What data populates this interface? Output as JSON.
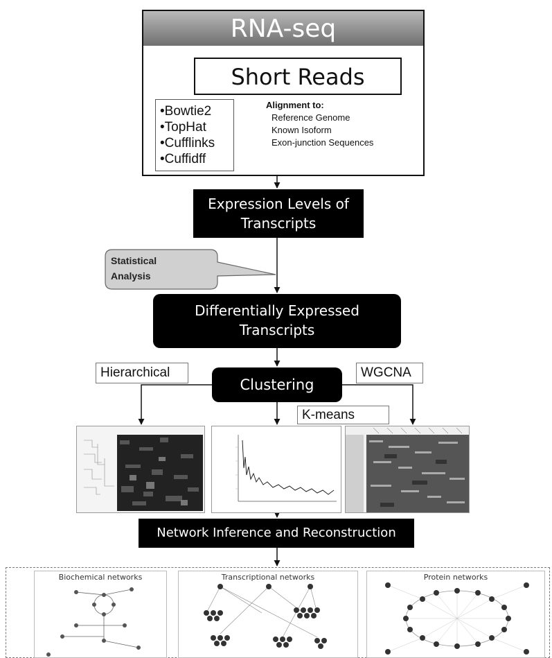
{
  "rnaseq": {
    "title": "RNA-seq",
    "short_reads": "Short Reads",
    "tools": [
      "•Bowtie2",
      "•TopHat",
      "•Cufflinks",
      "•Cuffidff"
    ],
    "alignment": {
      "heading": "Alignment to:",
      "items": [
        "Reference Genome",
        "Known Isoform",
        "Exon-junction Sequences"
      ]
    }
  },
  "expression": {
    "line1": "Expression Levels of",
    "line2": "Transcripts"
  },
  "statistical": {
    "line1": "Statistical",
    "line2": "Analysis"
  },
  "differential": {
    "line1": "Differentially Expressed",
    "line2": "Transcripts"
  },
  "clustering": {
    "label": "Clustering",
    "methods": {
      "hierarchical": "Hierarchical",
      "kmeans": "K-means",
      "wgcna": "WGCNA"
    }
  },
  "network": {
    "label": "Network Inference and Reconstruction",
    "panels": {
      "biochemical": "Biochemical networks",
      "transcriptional": "Transcriptional networks",
      "protein": "Protein networks"
    }
  },
  "colors": {
    "box_fill": "#000000",
    "callout_fill": "#d0d0d0",
    "header_fill": "#8a8a8a"
  }
}
